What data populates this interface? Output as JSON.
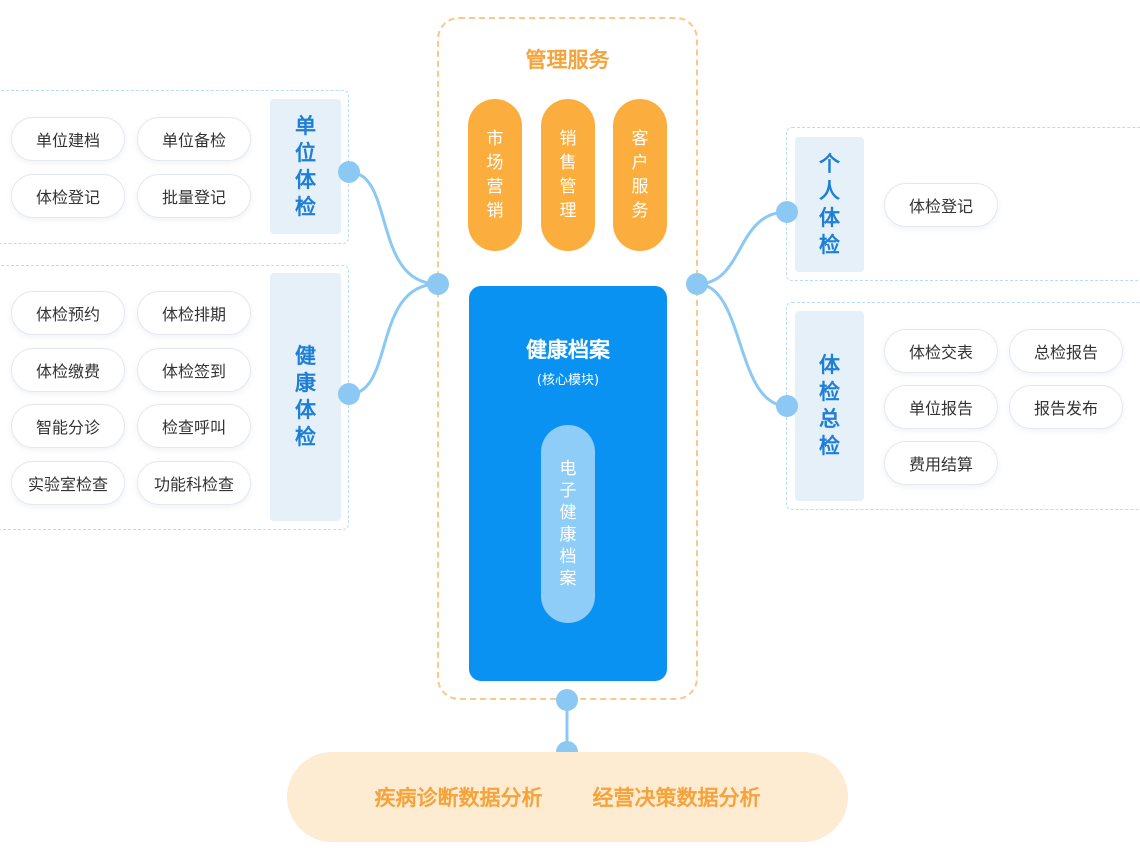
{
  "management": {
    "title": "管理服务",
    "items": [
      "市场营销",
      "销售管理",
      "客户服务"
    ]
  },
  "core": {
    "title": "健康档案",
    "subtitle": "(核心模块)",
    "inner": "电子健康档案"
  },
  "left_groups": [
    {
      "label": "单位体检",
      "items": [
        "单位建档",
        "单位备检",
        "体检登记",
        "批量登记"
      ]
    },
    {
      "label": "健康体检",
      "items": [
        "体检预约",
        "体检排期",
        "体检缴费",
        "体检签到",
        "智能分诊",
        "检查呼叫",
        "实验室检查",
        "功能科检查"
      ]
    }
  ],
  "right_groups": [
    {
      "label": "个人体检",
      "items": [
        "体检登记"
      ]
    },
    {
      "label": "体检总检",
      "items": [
        "体检交表",
        "总检报告",
        "单位报告",
        "报告发布",
        "费用结算"
      ]
    }
  ],
  "bottom": {
    "items": [
      "疾病诊断数据分析",
      "经营决策数据分析"
    ]
  },
  "colors": {
    "blue_accent": "#1e7fd6",
    "core_blue": "#0a92f2",
    "orange_accent": "#fbae3e",
    "connector": "#8cc8f4"
  }
}
